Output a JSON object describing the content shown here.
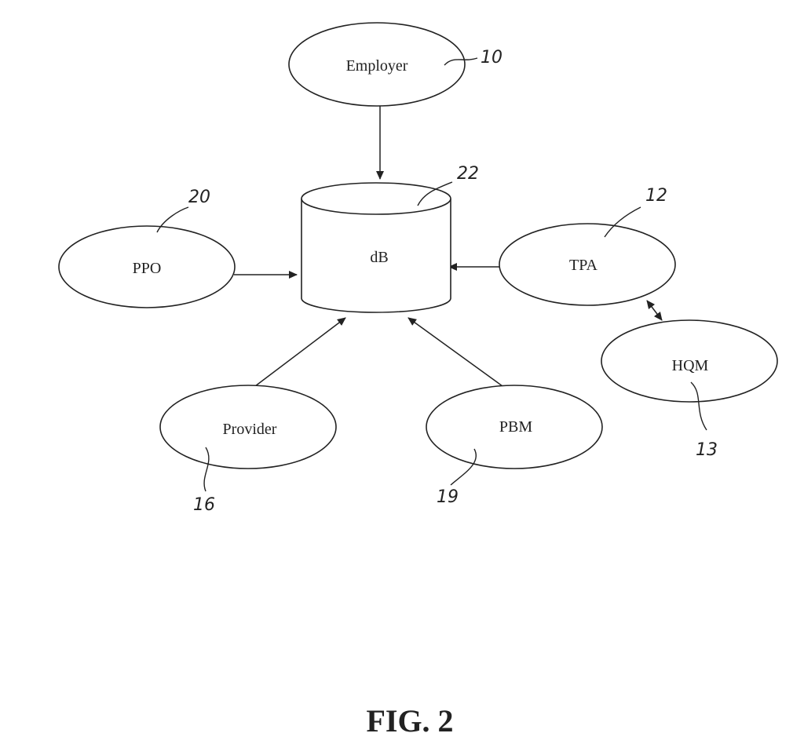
{
  "nodes": {
    "employer": {
      "label": "Employer",
      "ref": "10"
    },
    "database": {
      "label": "dB",
      "ref": "22"
    },
    "ppo": {
      "label": "PPO",
      "ref": "20"
    },
    "tpa": {
      "label": "TPA",
      "ref": "12"
    },
    "hqm": {
      "label": "HQM",
      "ref": "13"
    },
    "provider": {
      "label": "Provider",
      "ref": "16"
    },
    "pbm": {
      "label": "PBM",
      "ref": "19"
    }
  },
  "edges": [
    {
      "from": "employer",
      "to": "database",
      "direction": "one-way"
    },
    {
      "from": "ppo",
      "to": "database",
      "direction": "one-way"
    },
    {
      "from": "tpa",
      "to": "database",
      "direction": "one-way"
    },
    {
      "from": "provider",
      "to": "database",
      "direction": "one-way"
    },
    {
      "from": "pbm",
      "to": "database",
      "direction": "one-way"
    },
    {
      "from": "tpa",
      "to": "hqm",
      "direction": "two-way"
    }
  ],
  "figure_label": "FIG. 2",
  "colors": {
    "ink": "#222222",
    "background": "#ffffff"
  }
}
